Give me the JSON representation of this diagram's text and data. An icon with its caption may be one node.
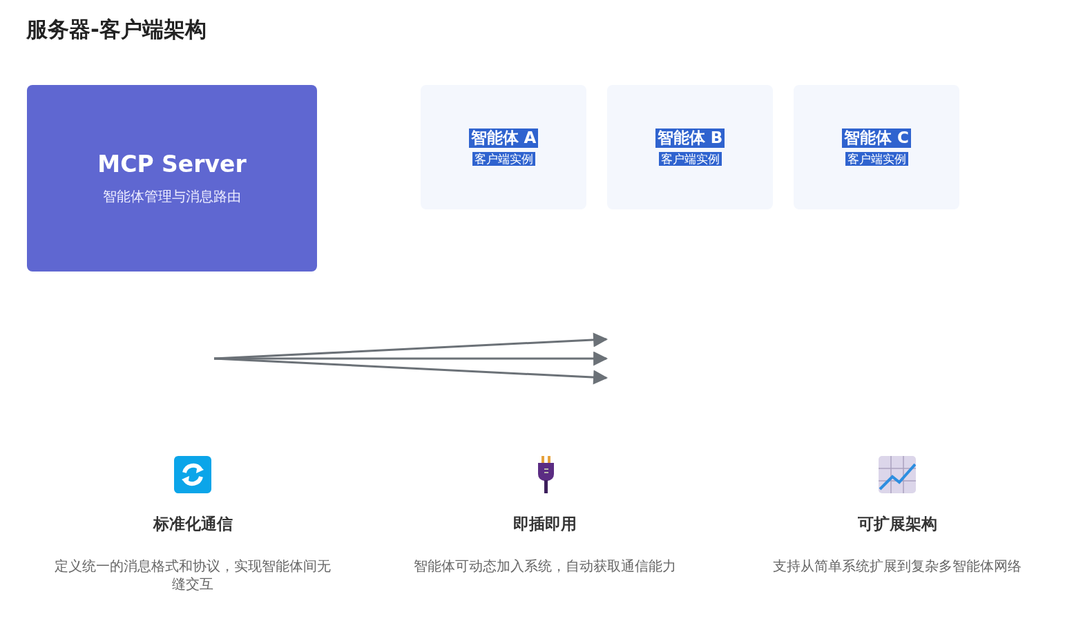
{
  "diagram": {
    "title": "服务器-客户端架构",
    "nodes": [
      {
        "text": [
          "MCP Server",
          "智能体管理与消息路由"
        ]
      },
      {
        "text": [
          "智能体 A",
          "客户端实例"
        ]
      },
      {
        "text": [
          "智能体 B",
          "客户端实例"
        ]
      },
      {
        "text": [
          "智能体 C",
          "客户端实例"
        ]
      }
    ],
    "labels": [
      "标准化通信",
      "定义统一的消息格式和协议，实现智能体间无缝交互",
      "即插即用",
      "智能体可动态加入系统，自动获取通信能力",
      "可扩展架构",
      "支持从简单系统扩展到复杂多智能体网络"
    ]
  }
}
